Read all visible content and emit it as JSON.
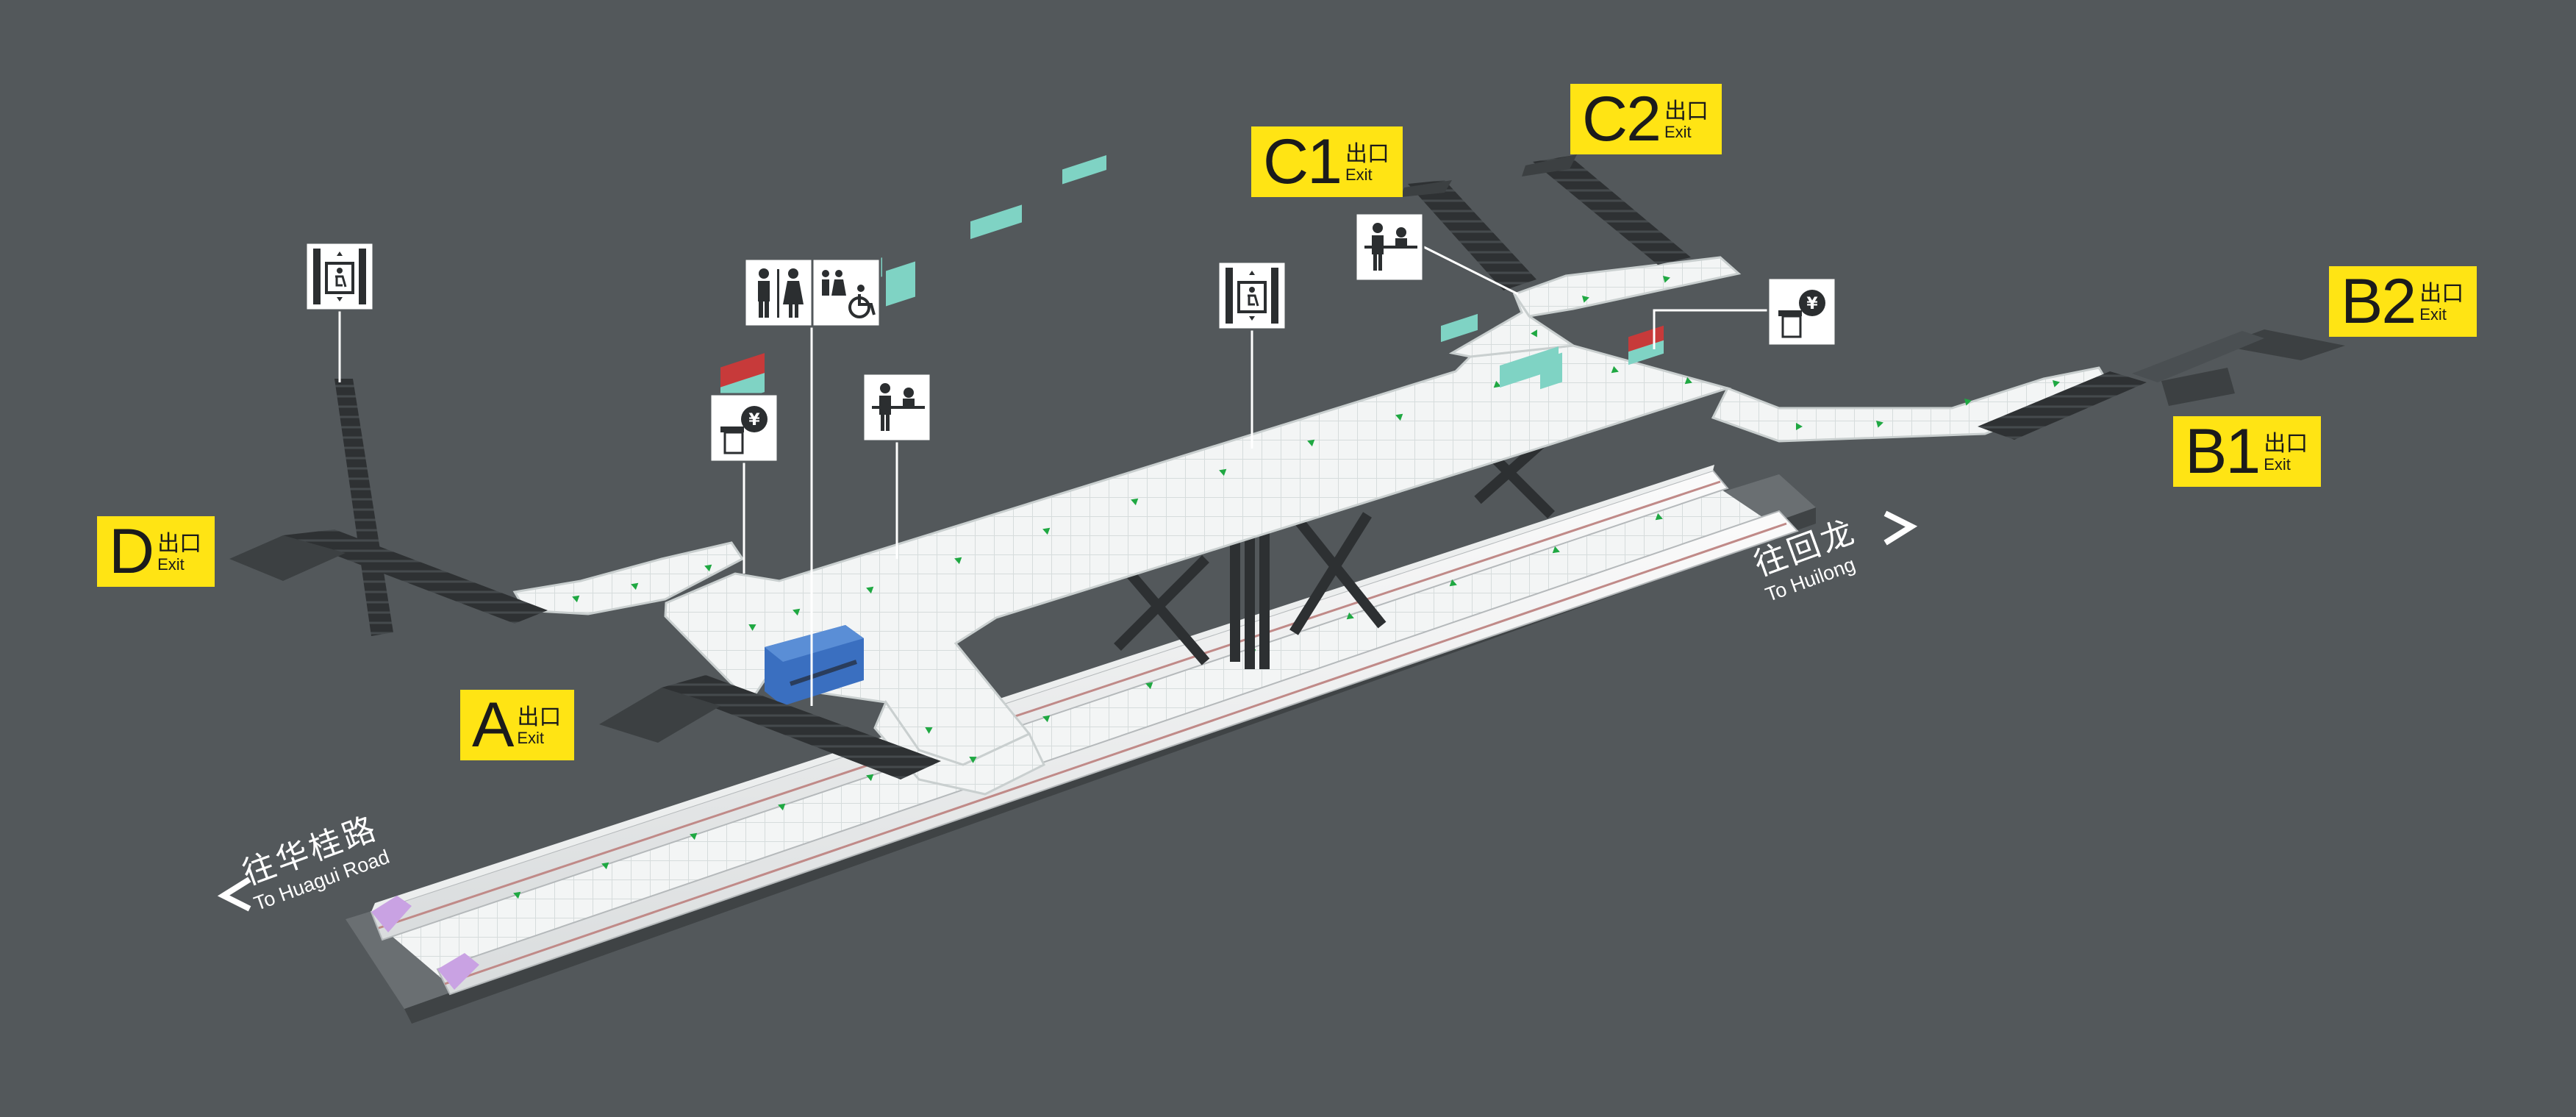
{
  "exits": {
    "a": {
      "letter": "A",
      "cn": "出口",
      "en": "Exit"
    },
    "b1": {
      "letter": "B1",
      "cn": "出口",
      "en": "Exit"
    },
    "b2": {
      "letter": "B2",
      "cn": "出口",
      "en": "Exit"
    },
    "c1": {
      "letter": "C1",
      "cn": "出口",
      "en": "Exit"
    },
    "c2": {
      "letter": "C2",
      "cn": "出口",
      "en": "Exit"
    },
    "d": {
      "letter": "D",
      "cn": "出口",
      "en": "Exit"
    }
  },
  "directions": {
    "huagui": {
      "cn": "往华桂路",
      "en": "To Huagui Road"
    },
    "huilong": {
      "cn": "往回龙",
      "en": "To Huilong"
    }
  },
  "icons": [
    "elevator-icon",
    "restroom-icon",
    "accessible-restroom-icon",
    "ticket-machine-icon",
    "service-center-icon"
  ],
  "colors": {
    "background": "#53585b",
    "exit_sign": "#ffe414",
    "platform": "#f2f4f4",
    "train_accent": "#c9a2e3",
    "equipment": "#7fd3c4",
    "ticket_office": "#3a6fc0",
    "flow_arrow": "#1fa842"
  }
}
